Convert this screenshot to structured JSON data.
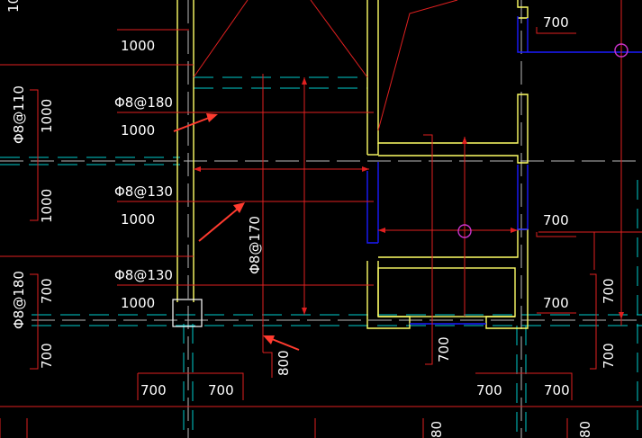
{
  "drawing": {
    "colors": {
      "background": "#000000",
      "wall_outline": "#ffff66",
      "dimension_line": "#ff3333",
      "axis_line": "#00cccc",
      "beam_line": "#1a1aff",
      "text": "#ffffff",
      "annotation_arrow": "#ff3b2f",
      "column_marker": "#cc33cc"
    },
    "rebar_labels": {
      "r1": "Φ8@180",
      "r2": "Φ8@130",
      "r3": "Φ8@130",
      "r4": "Φ8@110",
      "r5": "Φ8@180",
      "r6": "Φ8@170"
    },
    "dims": {
      "d_top_1000": "1000",
      "d_1000_a": "1000",
      "d_1000_b": "1000",
      "d_1000_c": "1000",
      "d_left_1000_a": "1000",
      "d_left_1000_b": "1000",
      "d_left_700_a": "700",
      "d_left_700_b": "700",
      "d_top_right_700": "700",
      "d_right_700_a": "700",
      "d_right_700_b": "700",
      "d_far_right_700_a": "700",
      "d_far_right_700_b": "700",
      "d_bottom_700_a": "700",
      "d_bottom_700_b": "700",
      "d_bottom_700_c": "700",
      "d_bottom_700_d": "700",
      "d_mid_700": "700",
      "d_vert_800": "800",
      "d_bottom_80_a": "80",
      "d_bottom_80_b": "80",
      "d_top_left_partial": "10"
    }
  }
}
